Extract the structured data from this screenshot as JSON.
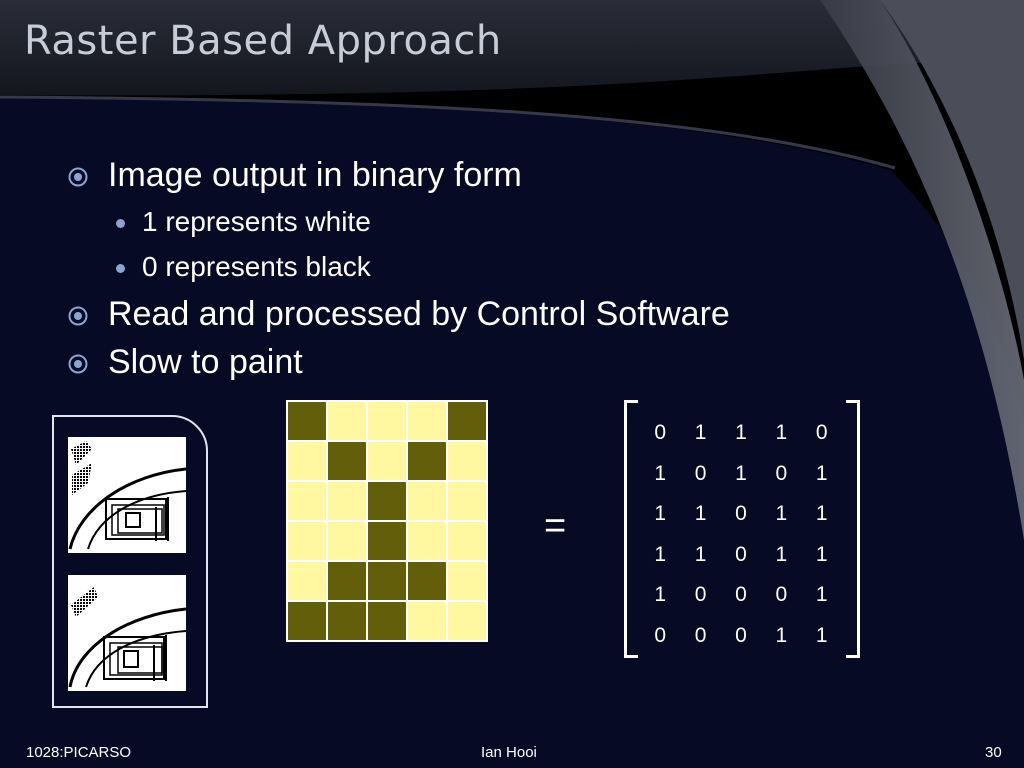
{
  "slide": {
    "title": "Raster Based Approach",
    "bullets": [
      {
        "text": "Image output in binary form",
        "level": 1
      },
      {
        "text": "1 represents white",
        "level": 2
      },
      {
        "text": "0 represents black",
        "level": 2
      },
      {
        "text": "Read and processed by Control Software",
        "level": 1
      },
      {
        "text": "Slow to paint",
        "level": 1
      }
    ],
    "equals_sign": "=",
    "pixel_grid": [
      [
        0,
        1,
        1,
        1,
        0
      ],
      [
        1,
        0,
        1,
        0,
        1
      ],
      [
        1,
        1,
        0,
        1,
        1
      ],
      [
        1,
        1,
        0,
        1,
        1
      ],
      [
        1,
        0,
        0,
        0,
        1
      ],
      [
        0,
        0,
        0,
        1,
        1
      ]
    ],
    "matrix": [
      [
        "0",
        "1",
        "1",
        "1",
        "0"
      ],
      [
        "1",
        "0",
        "1",
        "0",
        "1"
      ],
      [
        "1",
        "1",
        "0",
        "1",
        "1"
      ],
      [
        "1",
        "1",
        "0",
        "1",
        "1"
      ],
      [
        "1",
        "0",
        "0",
        "0",
        "1"
      ],
      [
        "0",
        "0",
        "0",
        "1",
        "1"
      ]
    ],
    "colors": {
      "cell_white": "#fff8a0",
      "cell_black": "#625e0a",
      "bullet_icon": "#8aa4d6"
    }
  },
  "footer": {
    "left": "1028:PICARSO",
    "center": "Ian Hooi",
    "page": "30"
  }
}
